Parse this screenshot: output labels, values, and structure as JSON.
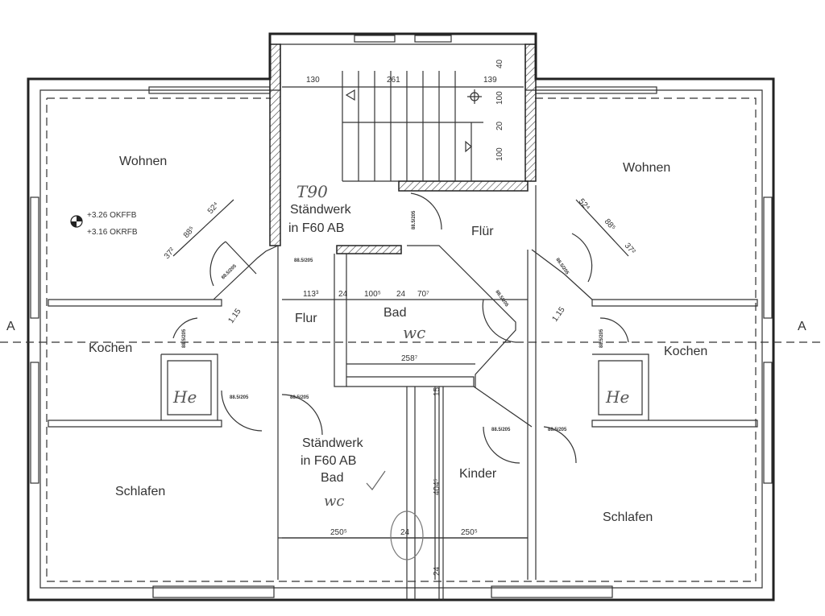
{
  "rooms": {
    "wohnen_left": "Wohnen",
    "wohnen_right": "Wohnen",
    "kochen_left": "Kochen",
    "kochen_right": "Kochen",
    "schlafen_left": "Schlafen",
    "schlafen_right": "Schlafen",
    "flur_left": "Flur",
    "flur_right": "Flür",
    "bad_center": "Bad",
    "bad_lower": "Bad",
    "kinder": "Kinder"
  },
  "notes": {
    "staenderwerk_top_1": "Ständwerk",
    "staenderwerk_top_2": "in F60 AB",
    "staenderwerk_bottom_1": "Ständwerk",
    "staenderwerk_bottom_2": "in F60 AB",
    "level_1": "+3.26 OKFFB",
    "level_2": "+3.16 OKRFB",
    "section_left": "A",
    "section_right": "A"
  },
  "handwriting": {
    "t90": "T90",
    "wc_1": "wc",
    "wc_2": "wc",
    "he_left": "He",
    "he_right": "He"
  },
  "dimensions": {
    "stair_130": "130",
    "stair_261": "261",
    "stair_139": "139",
    "stair_40": "40",
    "stair_100a": "100",
    "stair_20": "20",
    "stair_100b": "100",
    "d_113": "113³",
    "d_24a": "24",
    "d_100": "100⁵",
    "d_24b": "24",
    "d_70": "70⁷",
    "d_258": "258⁷",
    "d_250a": "250⁵",
    "d_24c": "24",
    "d_250b": "250⁵",
    "d_404": "404⁵",
    "d_24d": "24",
    "d_115a": "1.15",
    "d_115b": "1.15",
    "d_885a": "88⁵",
    "d_52a": "52⁴",
    "d_37a": "37²",
    "d_885b": "88⁵",
    "d_52b": "52⁴",
    "d_37b": "37²",
    "d_15": "15"
  },
  "door_size": "88.5/205"
}
